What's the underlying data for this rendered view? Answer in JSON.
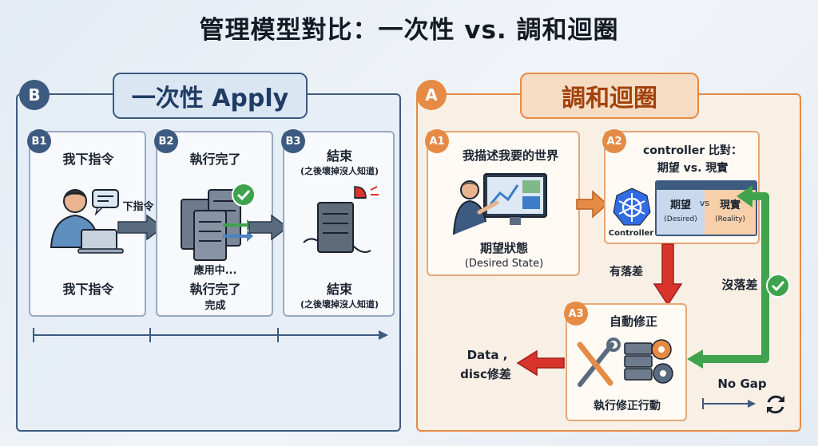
{
  "title": "管理模型對比：一次性 vs. 調和迴圈",
  "left": {
    "badge": "B",
    "heading": "一次性 Apply",
    "b1": {
      "badge": "B1",
      "title": "我下指令",
      "arrow_label": "下指令",
      "footer": "我下指令"
    },
    "b2": {
      "badge": "B2",
      "title": "執行完了",
      "status_line": "應用中...",
      "footer": "執行完了",
      "footer_sub": "完成"
    },
    "b3": {
      "badge": "B3",
      "title": "結束",
      "subtitle": "(之後壞掉沒人知道)",
      "footer": "結束",
      "footer_sub": "(之後壞掉沒人知道)"
    }
  },
  "right": {
    "badge": "A",
    "heading": "調和迴圈",
    "a1": {
      "badge": "A1",
      "title": "我描述我要的世界",
      "caption": "期望狀態",
      "caption_sub": "(Desired State)"
    },
    "a2": {
      "badge": "A2",
      "title_line1": "controller 比對：",
      "title_line2": "期望 vs. 現實",
      "icon_label": "Controller",
      "compare_left": "期望",
      "compare_vs": "vs",
      "compare_right": "現實",
      "compare_left_sub": "(Desired)",
      "compare_right_sub": "(Reality)"
    },
    "a3": {
      "badge": "A3",
      "title": "自動修正",
      "caption": "執行修正行動"
    },
    "gap_label": "有落差",
    "no_gap_label": "沒落差",
    "data_disc_line1": "Data ,",
    "data_disc_line2": "disc修差",
    "no_gap_en": "No Gap"
  },
  "colors": {
    "blue": "#3d5a80",
    "orange": "#e58b45",
    "red": "#d9342b",
    "green": "#3fa34d"
  }
}
